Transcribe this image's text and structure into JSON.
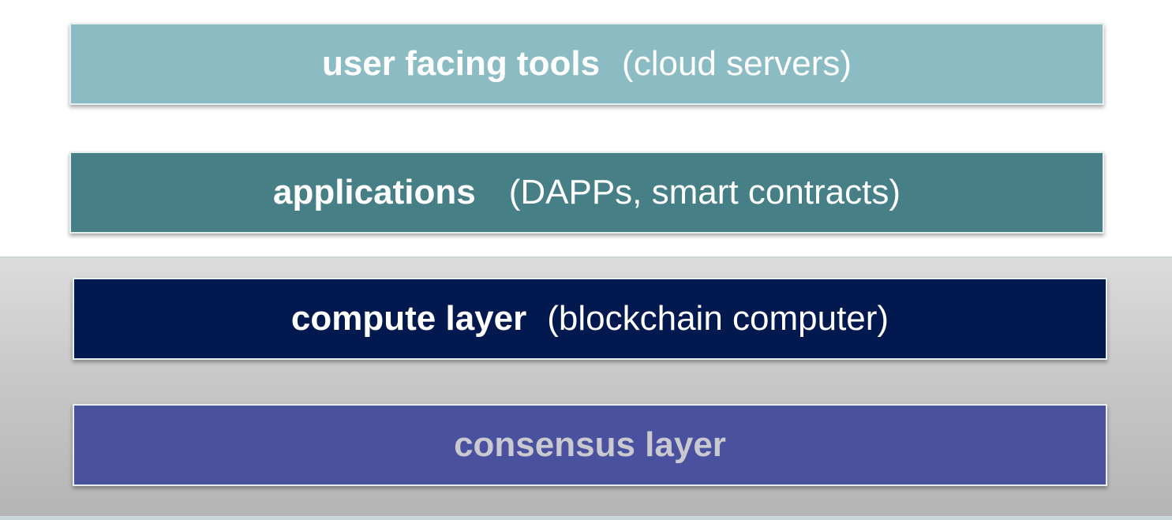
{
  "layers": {
    "user_tools": {
      "title": "user facing tools",
      "detail": "(cloud servers)",
      "color": "#8bbcc3"
    },
    "applications": {
      "title": "applications",
      "detail": "(DAPPs, smart contracts)",
      "color": "#467f85"
    },
    "compute": {
      "title": "compute layer",
      "detail": "(blockchain computer)",
      "color": "#01194f"
    },
    "consensus": {
      "title": "consensus layer",
      "color": "#4a519f"
    }
  }
}
